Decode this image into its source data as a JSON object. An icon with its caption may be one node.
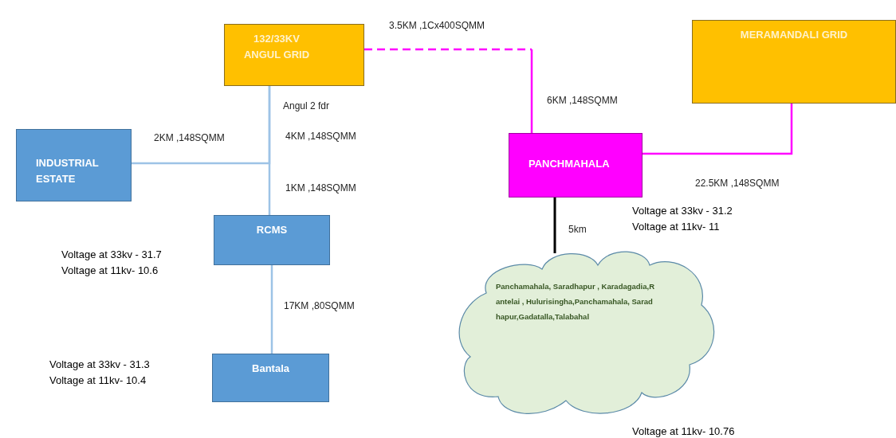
{
  "diagram": {
    "nodes": [
      {
        "text": [
          "132/33KV ANGUL GRID"
        ]
      },
      {
        "text": [
          "MERAMANDALI GRID"
        ]
      },
      {
        "text": [
          "INDUSTRIAL ESTATE"
        ]
      },
      {
        "text": [
          "PANCHMAHALA"
        ],
        "beside": [
          "Voltage at 33kv - 31.2",
          "Voltage at 11kv- 11"
        ]
      },
      {
        "text": [
          "RCMS"
        ],
        "beside": [
          "Voltage at 33kv - 31.7",
          "Voltage at 11kv- 10.6"
        ]
      },
      {
        "text": [
          "Bantala"
        ],
        "beside": [
          "Voltage at 33kv - 31.3",
          "Voltage at 11kv- 10.4"
        ]
      },
      {
        "text": [
          "Panchamahala, Saradhapur , Karadagadia,Rantelai , Hulurisingha,Panchamahala, Saradhapur,Gadatalla,Talabahal"
        ],
        "beside": [
          "Voltage at 11kv- 10.76"
        ]
      }
    ],
    "edges": [
      {
        "from": 0,
        "to": 2,
        "arrow": "none"
      },
      {
        "from": 0,
        "to": 4,
        "arrow": "none"
      },
      {
        "from": 0,
        "to": 3,
        "arrow": "none",
        "style": "dashed",
        "color": "#ff00ff"
      },
      {
        "from": 1,
        "to": 3,
        "arrow": "none",
        "color": "#ff00ff"
      },
      {
        "from": 4,
        "to": 5,
        "arrow": "none"
      },
      {
        "from": 3,
        "to": 6,
        "arrow": "none",
        "color": "#000000"
      }
    ],
    "labels": [
      "3.5KM ,1Cx400SQMM",
      "Angul 2 fdr",
      "2KM ,148SQMM",
      "4KM ,148SQMM",
      "6KM ,148SQMM",
      "1KM ,148SQMM",
      "22.5KM ,148SQMM",
      "5km",
      "17KM ,80SQMM"
    ]
  }
}
